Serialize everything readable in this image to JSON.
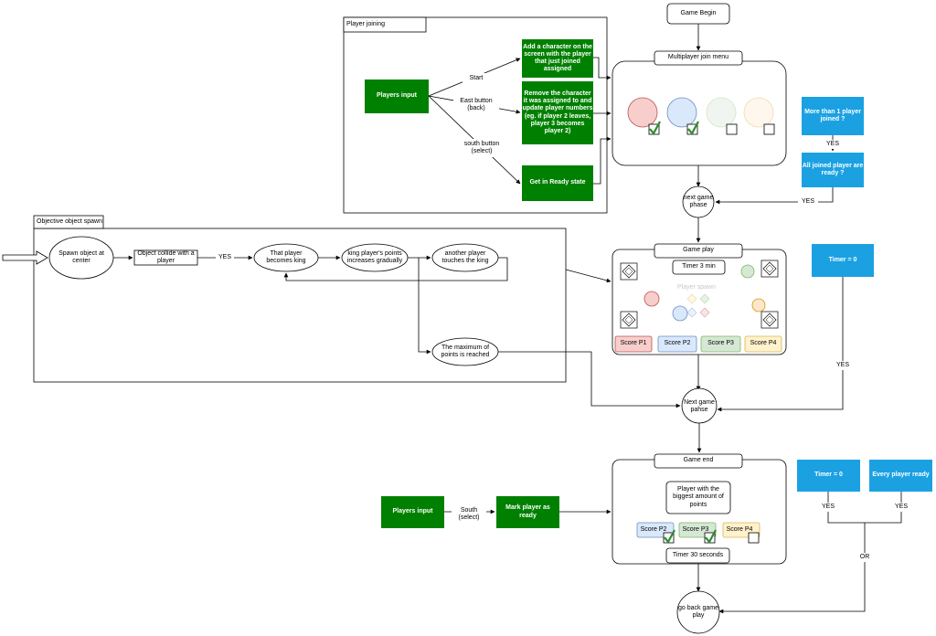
{
  "colors": {
    "green": "#008000",
    "blue": "#1ba1e2",
    "stroke": "#000000",
    "red_fill": "#f8cecc",
    "red_stroke": "#b85450",
    "blue_fill": "#dae8fc",
    "blue_stroke": "#6c8ebf",
    "green_fill": "#d5e8d4",
    "green_stroke": "#82b366",
    "yellow_fill": "#fff2cc",
    "yellow_stroke": "#d6b656",
    "orange_fill": "#ffe6cc",
    "orange_stroke": "#d79b00",
    "check": "#2e8b2e"
  },
  "player_joining": {
    "title": "Player joining",
    "input": "Players input",
    "edge_start": "Start",
    "edge_east": "East button\n(back)",
    "edge_south": "south button\n(select)",
    "add_character": "Add a character on the screen with the player that just joined assigned",
    "remove_character": "Remove the character it was assigned to and update player numbers (eg. if player 2 leaves, player 3 becomes player 2)",
    "ready_state": "Get in Ready state"
  },
  "main_flow": {
    "game_begin": "Game Begin",
    "multiplayer_menu": "Multiplayer join menu",
    "next_phase_1": "next game phase",
    "next_phase_2": "Next game pahse",
    "go_back": "go back game play"
  },
  "conditions": {
    "more_than_one": "More than 1 player joined ?",
    "all_ready": "All joined player are ready ?",
    "yes": "YES",
    "timer_zero": "Timer = 0",
    "timer_zero_2": "Timer = 0",
    "every_ready": "Every player ready",
    "or": "OR"
  },
  "objective": {
    "title": "Objective object spawn",
    "spawn": "Spawn object at center",
    "collide": "Object collide with a player",
    "yes": "YES",
    "king": "That player becomes king",
    "points": "king player's points increases gradually",
    "touch": "another player touches the king",
    "max": "The maximum of points is reached"
  },
  "game_play": {
    "title": "Game play",
    "timer": "Timer 3 min",
    "spawn_label": "Player spawn",
    "scores": [
      "Score P1",
      "Score P2",
      "Score P3",
      "Score P4"
    ]
  },
  "game_end": {
    "title": "Game end",
    "winner": "Player with the biggest amount of points",
    "scores": [
      "Score P2",
      "Score P3",
      "Score P4"
    ],
    "timer": "Timer 30 seconds",
    "input": "Players input",
    "edge_south": "South\n(select)",
    "mark_ready": "Mark player as ready"
  }
}
